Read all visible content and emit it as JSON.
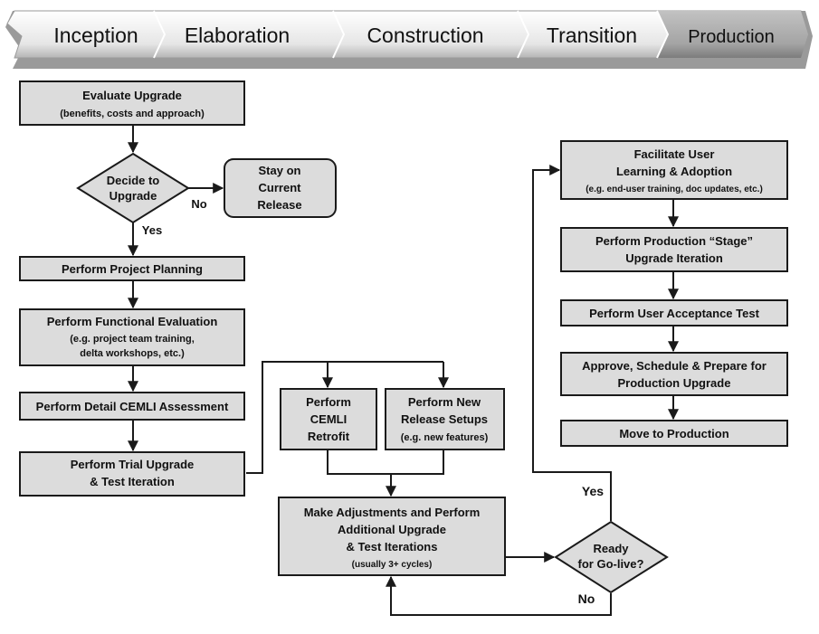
{
  "phases": [
    "Inception",
    "Elaboration",
    "Construction",
    "Transition",
    "Production"
  ],
  "nodes": {
    "evaluate_upgrade": {
      "line1": "Evaluate Upgrade",
      "line2": "(benefits, costs and approach)"
    },
    "decide_upgrade": {
      "line1": "Decide to",
      "line2": "Upgrade"
    },
    "stay_current": {
      "line1": "Stay on",
      "line2": "Current",
      "line3": "Release"
    },
    "project_planning": {
      "line1": "Perform Project Planning"
    },
    "functional_eval": {
      "line1": "Perform Functional Evaluation",
      "line2": "(e.g. project team training,",
      "line3": "delta workshops, etc.)"
    },
    "cemli_assessment": {
      "line1": "Perform Detail CEMLI Assessment"
    },
    "trial_upgrade": {
      "line1": "Perform Trial Upgrade",
      "line2": "& Test Iteration"
    },
    "cemli_retrofit": {
      "line1": "Perform",
      "line2": "CEMLI",
      "line3": "Retrofit"
    },
    "release_setups": {
      "line1": "Perform New",
      "line2": "Release Setups",
      "line3": "(e.g. new features)"
    },
    "adjustments": {
      "line1": "Make Adjustments and Perform",
      "line2": "Additional Upgrade",
      "line3": "& Test Iterations",
      "line4": "(usually 3+ cycles)"
    },
    "ready_golive": {
      "line1": "Ready",
      "line2": "for Go-live?"
    },
    "facilitate_user": {
      "line1": "Facilitate User",
      "line2": "Learning & Adoption",
      "line3": "(e.g. end-user  training, doc updates, etc.)"
    },
    "prod_stage": {
      "line1": "Perform Production “Stage”",
      "line2": "Upgrade Iteration"
    },
    "uat": {
      "line1": "Perform User Acceptance Test"
    },
    "approve_schedule": {
      "line1": "Approve, Schedule & Prepare for",
      "line2": "Production Upgrade"
    },
    "move_production": {
      "line1": "Move to Production"
    }
  },
  "edge_labels": {
    "decide_no": "No",
    "decide_yes": "Yes",
    "ready_yes": "Yes",
    "ready_no": "No"
  }
}
